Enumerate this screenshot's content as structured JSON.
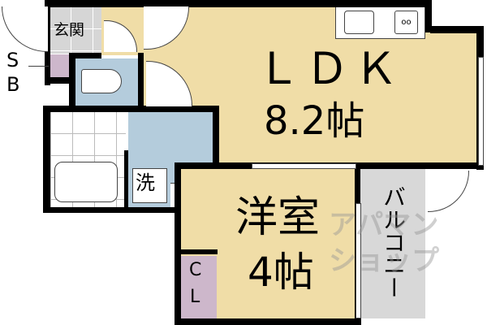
{
  "rooms": {
    "ldk": {
      "name": "ＬＤＫ",
      "size": "8.2帖"
    },
    "western": {
      "name": "洋室",
      "size": "4帖"
    },
    "entrance": {
      "name": "玄関"
    },
    "shoe_box": {
      "name_s": "S",
      "name_b": "B"
    },
    "washroom": {
      "name": "洗"
    },
    "closet": {
      "name_c": "C",
      "name_l": "L"
    },
    "balcony": {
      "name": "バルコニー"
    }
  },
  "watermark": {
    "text": "アパマンショップ"
  },
  "colors": {
    "ldk": "#f0dda7",
    "wet": "#b4ccdc",
    "closet": "#cdb7cb",
    "balcony": "#d8d8d8"
  }
}
